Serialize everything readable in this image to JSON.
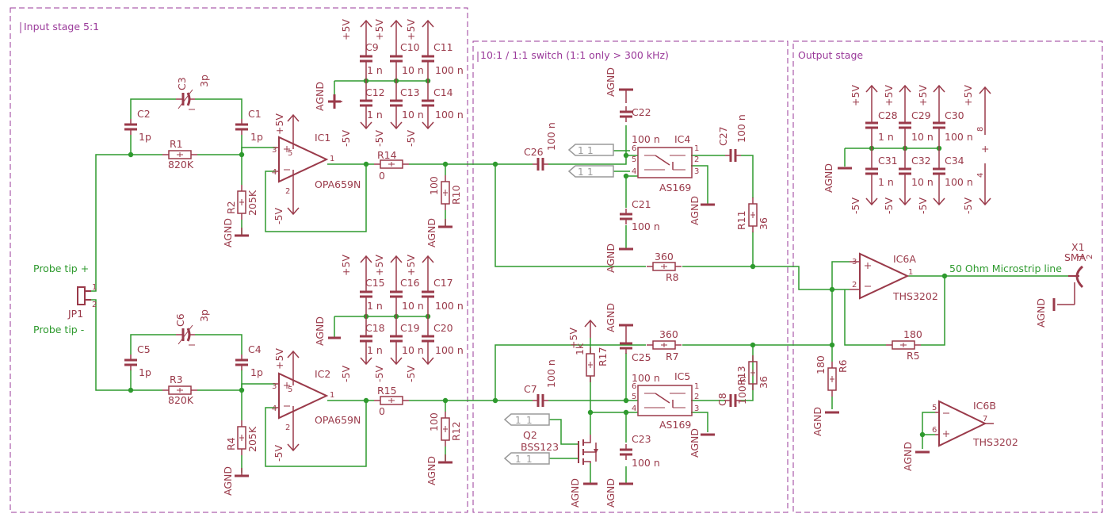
{
  "frames": {
    "input": "Input stage 5:1",
    "switch": "10:1 / 1:1 switch (1:1 only > 300 kHz)",
    "output": "Output stage"
  },
  "connector": {
    "name": "JP1",
    "tip_pos": "Probe tip +",
    "tip_neg": "Probe tip -",
    "pin1": "1",
    "pin2": "2"
  },
  "components": {
    "C3": "C3",
    "C3v": "3p",
    "C2": "C2",
    "C2v": "1p",
    "C1": "C1",
    "C1v": "1p",
    "R1": "R1",
    "R1v": "820K",
    "R2": "R2",
    "R2v": "205K",
    "IC1": "IC1",
    "IC1v": "OPA659N",
    "R14": "R14",
    "R14v": "0",
    "R10": "R10",
    "R10v": "100",
    "C6": "C6",
    "C6v": "3p",
    "C5": "C5",
    "C5v": "1p",
    "C4": "C4",
    "C4v": "1p",
    "R3": "R3",
    "R3v": "820K",
    "R4": "R4",
    "R4v": "205K",
    "IC2": "IC2",
    "IC2v": "OPA659N",
    "R15": "R15",
    "R15v": "0",
    "R12": "R12",
    "R12v": "100",
    "C9": "C9",
    "C10": "C10",
    "C11": "C11",
    "C12": "C12",
    "C13": "C13",
    "C14": "C14",
    "C15": "C15",
    "C16": "C16",
    "C17": "C17",
    "C18": "C18",
    "C19": "C19",
    "C20": "C20",
    "C26": "C26",
    "C26v": "100 n",
    "C22": "C22",
    "C22v": "100 n",
    "C21": "C21",
    "C21v": "100 n",
    "IC4": "IC4",
    "IC4v": "AS169",
    "C27": "C27",
    "C27v": "100 n",
    "R11": "R11",
    "R11v": "36",
    "R8": "R8",
    "R8v": "360",
    "R7": "R7",
    "R7v": "360",
    "C7": "C7",
    "C7v": "100 n",
    "R17": "R17",
    "R17v": "1k",
    "C25": "C25",
    "C25v": "100 n",
    "IC5": "IC5",
    "IC5v": "AS169",
    "C8": "C8",
    "C8v": "100 n",
    "R13": "R13",
    "R13v": "36",
    "C23": "C23",
    "C23v": "100 n",
    "Q2": "Q2",
    "Q2v": "BSS123",
    "C28": "C28",
    "C29": "C29",
    "C30": "C30",
    "C31": "C31",
    "C32": "C32",
    "C34": "C34",
    "IC6A": "IC6A",
    "IC6Av": "THS3202",
    "IC6B": "IC6B",
    "IC6Bv": "THS3202",
    "R5": "R5",
    "R5v": "180",
    "R6": "R6",
    "R6v": "180",
    "X1": "X1",
    "X1v": "SMA"
  },
  "values": {
    "n1": "1 n",
    "n10": "10 n",
    "n100": "100 n"
  },
  "rails": {
    "pos": "+5V",
    "neg": "-5V",
    "gnd": "AGND"
  },
  "pins": {
    "p1": "1",
    "p2": "2",
    "p3": "3",
    "p4": "4",
    "p5": "5",
    "p6": "6",
    "p7": "7",
    "p8": "8"
  },
  "net": {
    "microstrip": "50 Ohm Microstrip line"
  },
  "colors": {
    "wire": "#2e9a2e",
    "part": "#9a3a4a",
    "frame": "#9a3a9a",
    "label": "#9a9a9a"
  }
}
